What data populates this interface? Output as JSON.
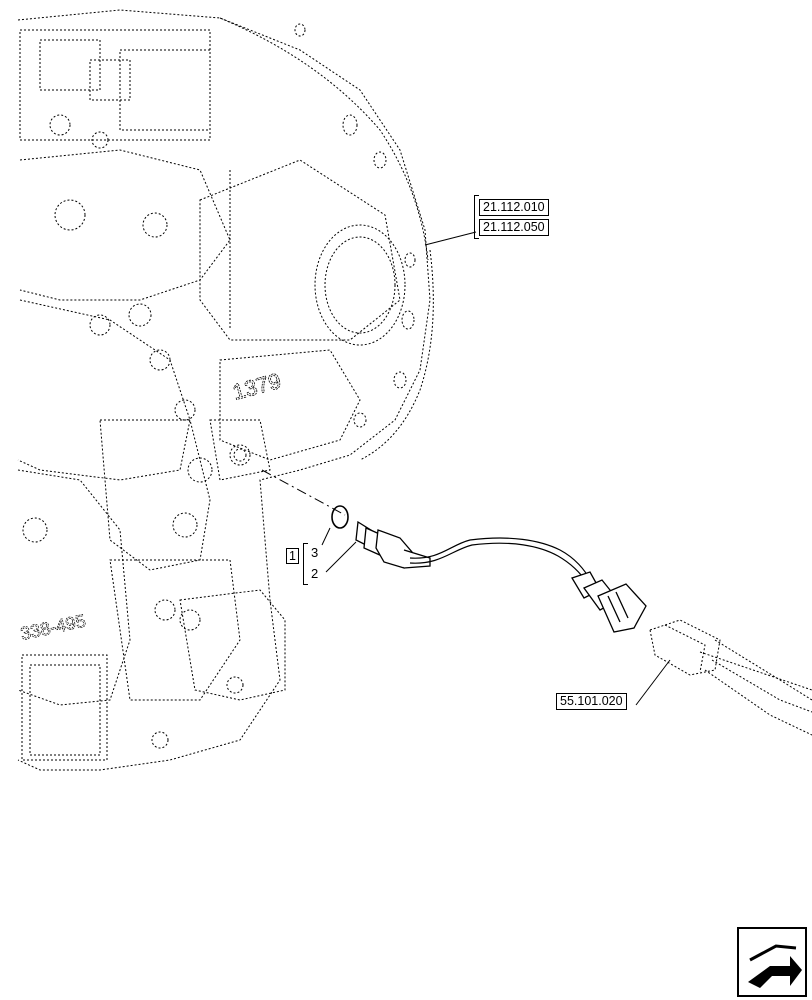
{
  "references": {
    "ref1": "21.112.010",
    "ref2": "21.112.050",
    "ref3": "55.101.020"
  },
  "callouts": {
    "group": "1",
    "item3": "3",
    "item2": "2"
  },
  "part_marking": "1379",
  "casting_marking": "338-495",
  "icons": {
    "nav": "next-page-arrow-icon"
  }
}
